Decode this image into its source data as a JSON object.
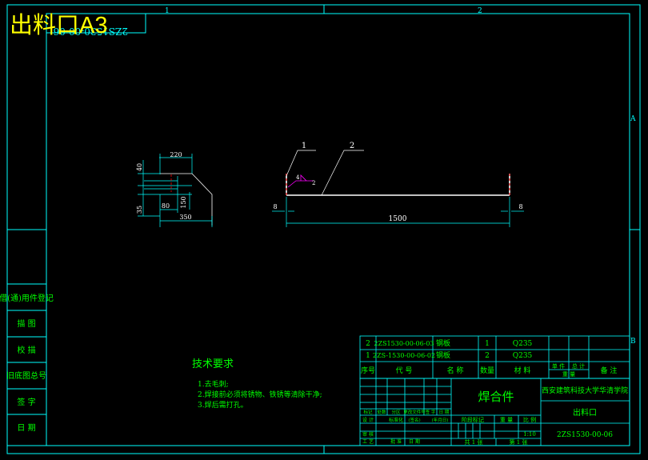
{
  "colors": {
    "background": "#000000",
    "frame": "#00ffff",
    "text_green": "#00ff00",
    "title_yellow": "#ffff00",
    "part_white": "#ffffff",
    "part_red": "#ff0000",
    "leader_white": "#ffffff",
    "weld_magenta": "#ff00ff"
  },
  "header": {
    "title": "出料口A3",
    "code_mirrored": "2ZS1530-00-06"
  },
  "zones": {
    "top_1": "1",
    "top_2": "2",
    "right_A": "A",
    "right_B": "B"
  },
  "left_block": {
    "cells": [
      "借(通)用件登记",
      "描 图",
      "校 描",
      "旧底图总号",
      "签 字",
      "日 期"
    ]
  },
  "side_view": {
    "dims": {
      "top_width": "220",
      "left_upper": "40",
      "left_lower": "35",
      "bottom_small": "80",
      "bottom_mid": "150",
      "bottom_total": "350"
    }
  },
  "main_view": {
    "balloons": [
      "1",
      "2"
    ],
    "weld_symbol": {
      "size": "4",
      "count": "2"
    },
    "dims": {
      "length": "1500",
      "left_thk": "8",
      "right_thk": "8"
    }
  },
  "tech_req": {
    "title": "技术要求",
    "items": [
      "1.去毛刺;",
      "2.焊接前必须将锈物、铁锈等清除干净;",
      "3.焊后需打孔。"
    ]
  },
  "bom": {
    "rows": [
      {
        "no": "2",
        "code": "2ZS1530-00-06-03",
        "name": "钢板",
        "qty": "1",
        "material": "Q235"
      },
      {
        "no": "1",
        "code": "2ZS-1530-00-06-02",
        "name": "钢板",
        "qty": "2",
        "material": "Q235"
      }
    ],
    "headers": {
      "no": "序号",
      "code": "代  号",
      "name": "名  称",
      "qty": "数量",
      "material": "材  料",
      "unit_weight": "单 件",
      "total_weight": "总 计",
      "weight": "重 量",
      "note": "备  注"
    }
  },
  "title_block": {
    "drawing_name": "焊合件",
    "school": "西安建筑科技大学华清学院",
    "part_name": "出料口",
    "drawing_no": "2ZS1530-00-06",
    "revision_labels": [
      "标记",
      "处数",
      "分区",
      "更改文件号",
      "签 字",
      "日 期"
    ],
    "design_labels": [
      "设 计",
      "标准化",
      "(签名)",
      "(年月日)"
    ],
    "stage_labels": {
      "stage": "阶段标记",
      "weight": "重 量",
      "scale": "比 例"
    },
    "scale": "1:10",
    "review": "审 核",
    "process": "工 艺",
    "approve": "批 准",
    "date": "日 期",
    "sheets_total": "共 1 张",
    "sheet_no": "第 1 张"
  }
}
